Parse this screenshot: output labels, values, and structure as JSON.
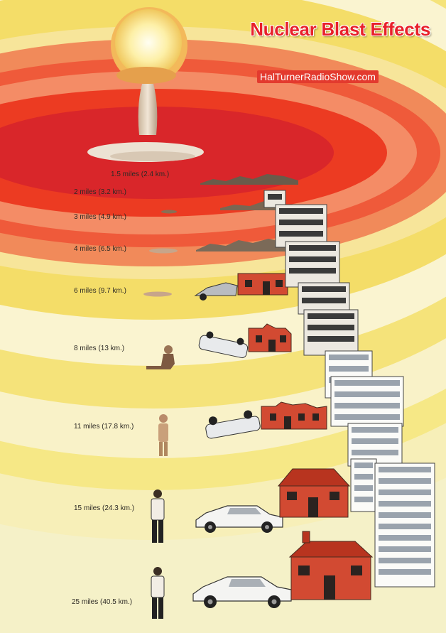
{
  "title": "Nuclear Blast Effects",
  "credit": "HalTurnerRadioShow.com",
  "distances": [
    "1.5 miles (2.4 km.)",
    "2 miles (3.2 km.)",
    "3 miles (4.9 km.)",
    "4 miles (6.5 km.)",
    "6 miles (9.7 km.)",
    "8 miles (13 km.)",
    "11 miles (17.8 km.)",
    "15 miles (24.3 km.)",
    "25 miles (40.5 km.)"
  ],
  "colors": {
    "background": "#f5f1c8",
    "ring_outer": "#f3df69",
    "ring_red": "#ec3b22",
    "ring_core": "#d9262a",
    "title": "#e8202a",
    "brick": "#d24a32",
    "building_frame": "#ffffff"
  }
}
